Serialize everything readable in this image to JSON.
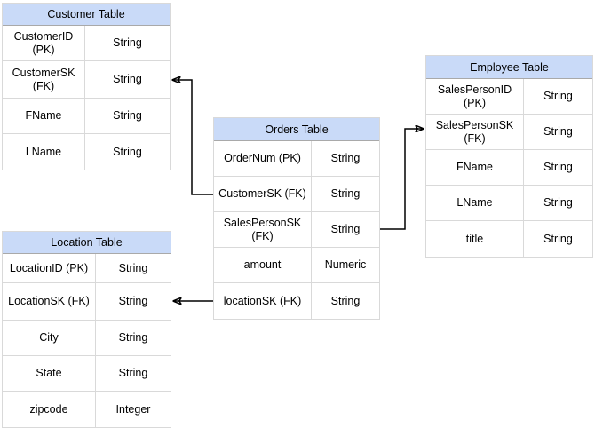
{
  "diagram": {
    "tables": [
      {
        "id": "customer",
        "title": "Customer Table",
        "rows": [
          {
            "field": "CustomerID (PK)",
            "type": "String"
          },
          {
            "field": "CustomerSK\n(FK)",
            "type": "String"
          },
          {
            "field": "FName",
            "type": "String"
          },
          {
            "field": "LName",
            "type": "String"
          }
        ]
      },
      {
        "id": "orders",
        "title": "Orders Table",
        "rows": [
          {
            "field": "OrderNum (PK)",
            "type": "String"
          },
          {
            "field": "CustomerSK (FK)",
            "type": "String"
          },
          {
            "field": "SalesPersonSK\n(FK)",
            "type": "String"
          },
          {
            "field": "amount",
            "type": "Numeric"
          },
          {
            "field": "locationSK (FK)",
            "type": "String"
          }
        ]
      },
      {
        "id": "employee",
        "title": "Employee Table",
        "rows": [
          {
            "field": "SalesPersonID (PK)",
            "type": "String"
          },
          {
            "field": "SalesPersonSK\n(FK)",
            "type": "String"
          },
          {
            "field": "FName",
            "type": "String"
          },
          {
            "field": "LName",
            "type": "String"
          },
          {
            "field": "title",
            "type": "String"
          }
        ]
      },
      {
        "id": "location",
        "title": "Location Table",
        "rows": [
          {
            "field": "LocationID (PK)",
            "type": "String"
          },
          {
            "field": "LocationSK (FK)",
            "type": "String"
          },
          {
            "field": "City",
            "type": "String"
          },
          {
            "field": "State",
            "type": "String"
          },
          {
            "field": "zipcode",
            "type": "Integer"
          }
        ]
      }
    ],
    "relationships": [
      {
        "from": "Orders Table.CustomerSK (FK)",
        "to": "Customer Table.CustomerSK (FK)"
      },
      {
        "from": "Orders Table.SalesPersonSK (FK)",
        "to": "Employee Table.SalesPersonSK (FK)"
      },
      {
        "from": "Orders Table.locationSK (FK)",
        "to": "Location Table.LocationSK (FK)"
      }
    ],
    "colors": {
      "header_fill": "#c9daf8",
      "header_border": "#a9a9a9",
      "grid_border": "#d9d9d9",
      "text": "#000000",
      "arrow": "#000000",
      "background": "#ffffff"
    }
  }
}
